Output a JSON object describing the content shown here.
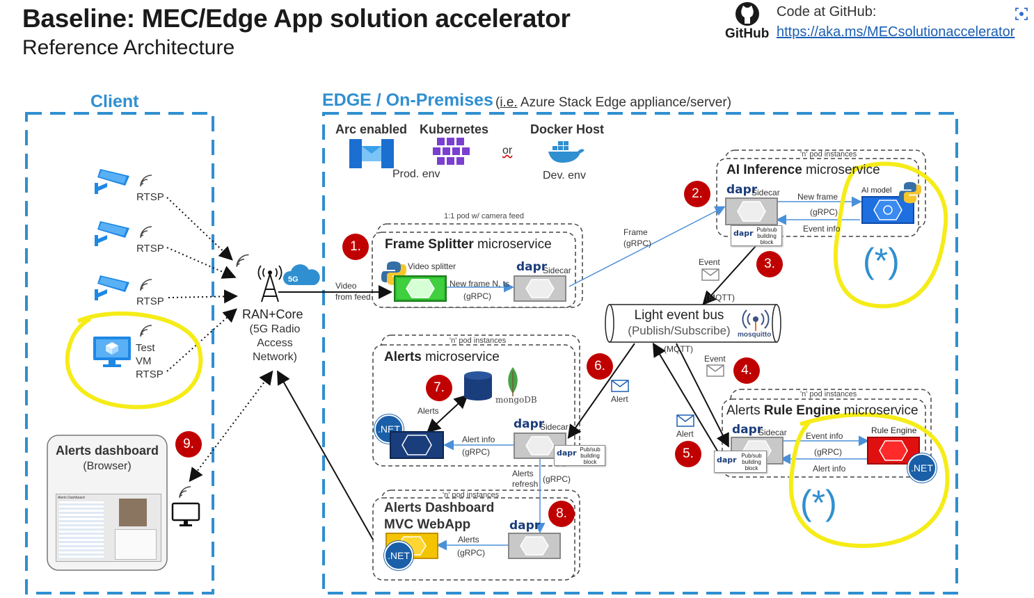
{
  "header": {
    "title": "Baseline: MEC/Edge App solution accelerator",
    "subtitle": "Reference Architecture",
    "github_label": "Code at GitHub:",
    "github_link": "https://aka.ms/MECsolutionaccelerator",
    "github_word": "GitHub"
  },
  "client": {
    "title": "Client",
    "rtsp1": "RTSP",
    "rtsp2": "RTSP",
    "rtsp3": "RTSP",
    "test_vm_1": "Test",
    "test_vm_2": "VM",
    "test_vm_3": "RTSP",
    "dashboard_title": "Alerts dashboard",
    "dashboard_sub": "(Browser)",
    "dashboard_thumb_title": "Alerts Dashboard"
  },
  "ran": {
    "title": "RAN+Core",
    "line1": "(5G Radio",
    "line2": "Access",
    "line3": "Network)",
    "badge": "5G"
  },
  "edge": {
    "title": "EDGE / On-Premises",
    "ie": "i.e.",
    "subtitle_rest": " Azure Stack Edge appliance/server)",
    "subtitle_open": "(",
    "arc": "Arc enabled",
    "k8s": "Kubernetes",
    "or": "or",
    "docker": "Docker Host",
    "prod": "Prod. env",
    "dev": "Dev. env"
  },
  "frame_splitter": {
    "pod_note": "1:1 pod w/ camera feed",
    "title_bold": "Frame Splitter",
    "title_rest": " microservice",
    "video_splitter": "Video splitter",
    "new_frame": "New frame N, ts",
    "grpc": "(gRPC)",
    "sidecar": "Sidecar",
    "video": "Video",
    "from_feed": "from feed"
  },
  "ai_inference": {
    "pod_note": "'n' pod instances",
    "title_bold": "AI Inference",
    "title_rest": " microservice",
    "sidecar": "Sidecar",
    "new_frame": "New frame",
    "grpc": "(gRPC)",
    "event_info": "Event info",
    "ai_model": "AI model",
    "frame": "Frame",
    "frame_grpc": "(gRPC)",
    "star": "(*)"
  },
  "bus": {
    "line1": "Light event bus",
    "line2": "(Publish/Subscribe)",
    "mosquitto": "mosquitto",
    "mqtt_top": "(MQTT)",
    "mqtt_bottom": "(MQTT)",
    "event_top": "Event",
    "event_right": "Event"
  },
  "alerts": {
    "pod_note": "'n' pod instances",
    "title_bold": "Alerts",
    "title_rest": " microservice",
    "mongodb": "mongoDB",
    "alerts_label": "Alerts",
    "alert_info": "Alert info",
    "grpc": "(gRPC)",
    "sidecar": "Sidecar",
    "alert_msg": "Alert",
    "refresh_1": "Alerts",
    "refresh_2": "refresh",
    "refresh_grpc": "(gRPC)"
  },
  "rule_engine": {
    "pod_note": "'n' pod instances",
    "title_pre": "Alerts ",
    "title_bold": "Rule Engine",
    "title_rest": " microservice",
    "sidecar": "Sidecar",
    "event_info": "Event info",
    "grpc": "(gRPC)",
    "alert_info": "Alert info",
    "rule_engine": "Rule Engine",
    "alert_msg": "Alert",
    "star": "(*)"
  },
  "dashboard_app": {
    "pod_note": "'n' pod instances",
    "title1": "Alerts Dashboard",
    "title2": "MVC WebApp",
    "alerts": "Alerts",
    "grpc": "(gRPC)"
  },
  "common": {
    "dapr": "dapr",
    "net": ".NET",
    "pubsub": "Pub/sub building block"
  },
  "steps": [
    "1.",
    "2.",
    "3.",
    "4.",
    "5.",
    "6.",
    "7.",
    "8.",
    "9."
  ],
  "colors": {
    "accent_blue": "#2f8fd0",
    "step_red": "#c00000",
    "highlight_yellow": "#f5ec18",
    "dapr_navy": "#1a3d7c"
  }
}
